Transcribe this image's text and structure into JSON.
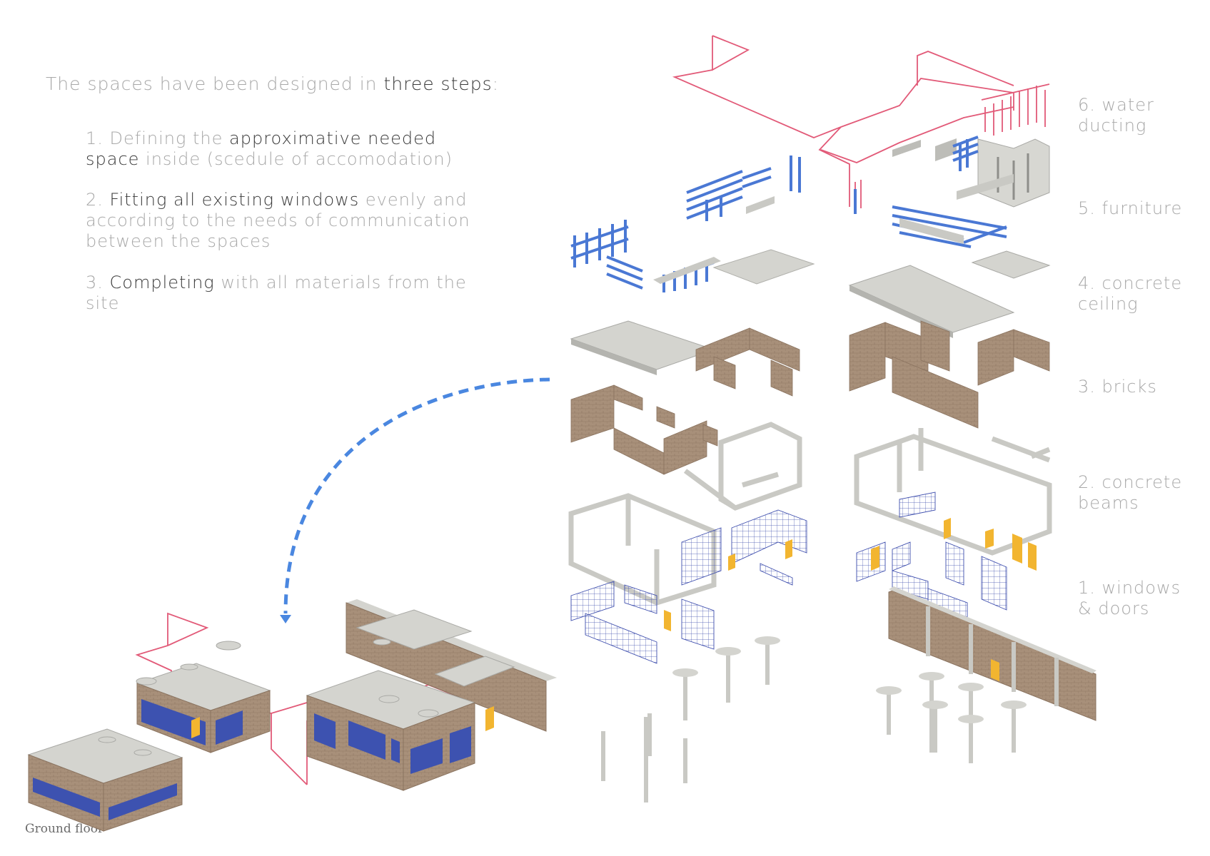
{
  "intro": {
    "prefix": "The spaces have been designed in ",
    "bold": "three steps",
    "suffix": ":"
  },
  "steps": [
    {
      "num": "1. ",
      "pre": "Defining the ",
      "bold": "approximative needed space",
      "post": " inside (scedule of accomodation)"
    },
    {
      "num": "2. ",
      "pre": "",
      "bold": "Fitting all existing windows",
      "post": " evenly and according to the needs of communication between the spaces"
    },
    {
      "num": "3. ",
      "pre": "",
      "bold": "Completing",
      "post": " with all materials from the site"
    }
  ],
  "layers": [
    {
      "l1": "6. water",
      "l2": "ducting"
    },
    {
      "l1": "5. furniture",
      "l2": ""
    },
    {
      "l1": "4. concrete",
      "l2": "ceiling"
    },
    {
      "l1": "3. bricks",
      "l2": ""
    },
    {
      "l1": "2. concrete",
      "l2": "beams"
    },
    {
      "l1": "1. windows",
      "l2": "& doors"
    }
  ],
  "caption": "Ground floor",
  "colors": {
    "pipe": "#e25a78",
    "window": "#4a78d4",
    "door": "#f2b530",
    "brick": "#a8907a",
    "concrete": "#c9c9c4",
    "arrow": "#4a87e0",
    "text": "#a8a8a8",
    "highlight": "#3a3a3a"
  }
}
